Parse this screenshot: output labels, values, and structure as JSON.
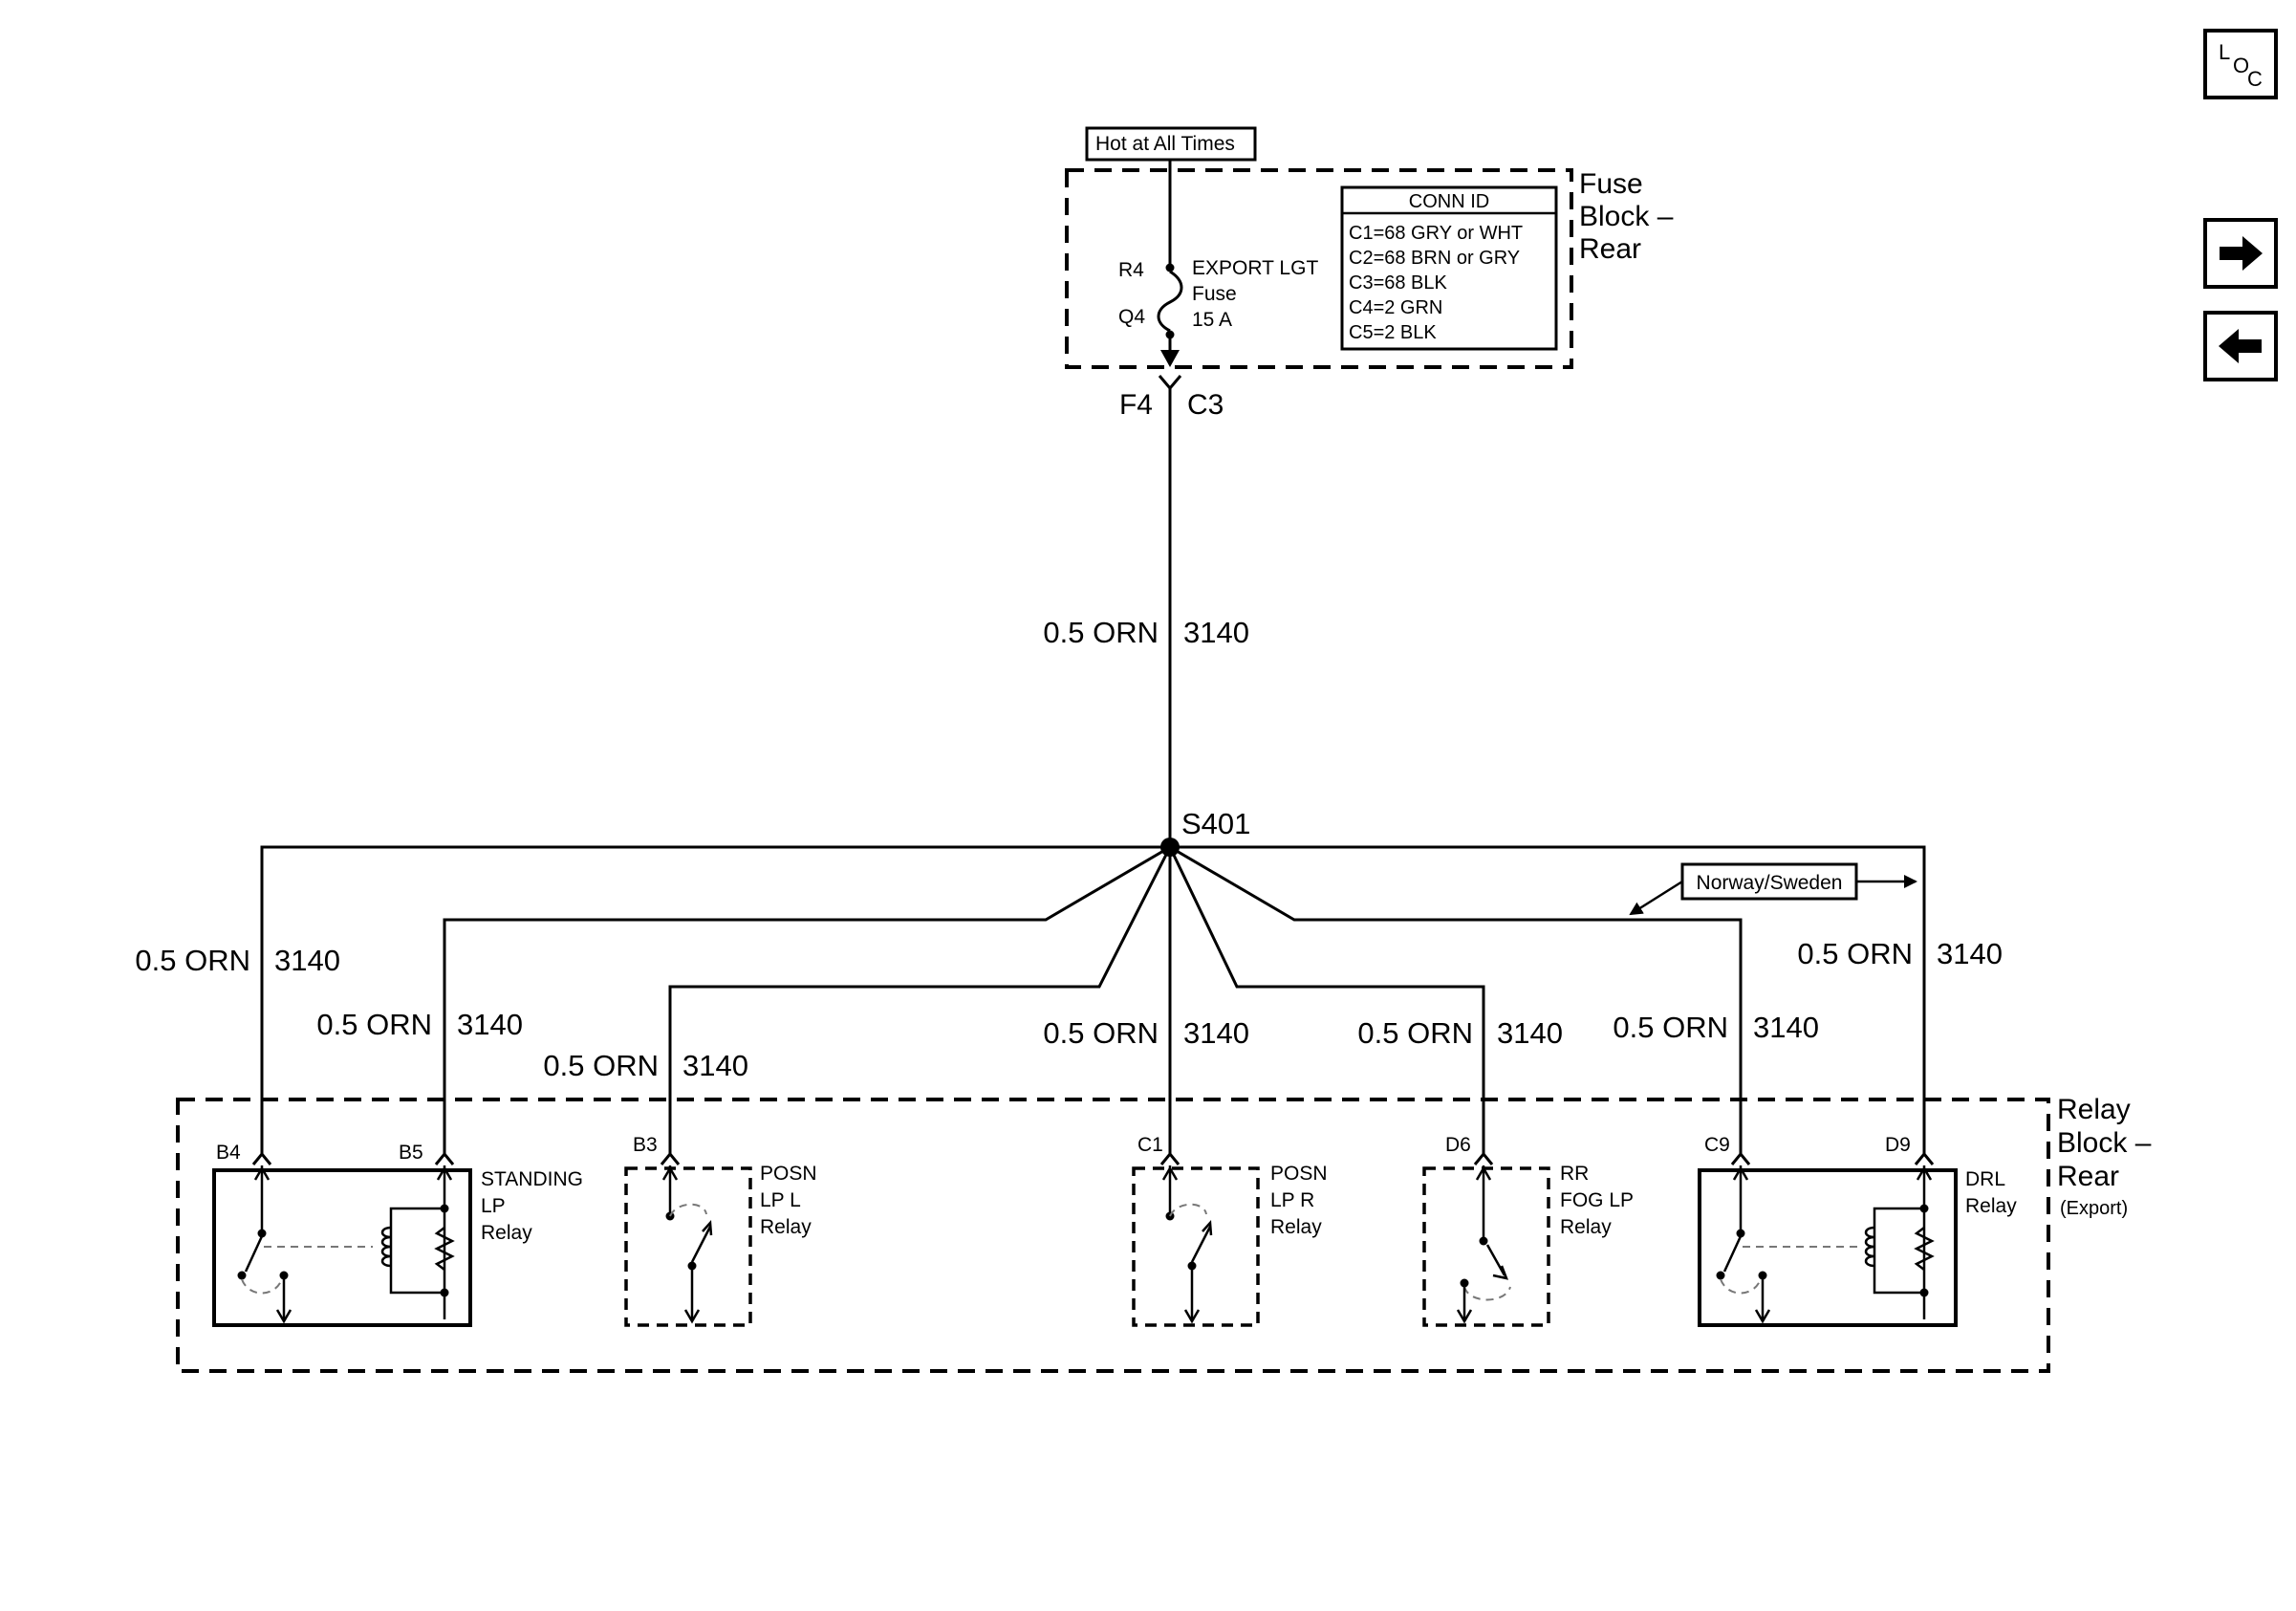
{
  "nav": {
    "loc_letters": [
      "L",
      "O",
      "C"
    ]
  },
  "fuse_block": {
    "hot_label": "Hot at All Times",
    "title": [
      "Fuse",
      "Block –",
      "Rear"
    ],
    "fuse_pins": {
      "top": "R4",
      "bottom": "Q4"
    },
    "fuse_label": [
      "EXPORT LGT",
      "Fuse",
      "15 A"
    ],
    "conn_id": {
      "header": "CONN ID",
      "rows": [
        "C1=68 GRY or WHT",
        "C2=68 BRN or GRY",
        "C3=68 BLK",
        "C4=2 GRN",
        "C5=2 BLK"
      ]
    },
    "output": {
      "pin": "F4",
      "connector": "C3"
    }
  },
  "splice": "S401",
  "wire_gauge": "0.5 ORN",
  "circuit": "3140",
  "option_tag": "Norway/Sweden",
  "relay_block": {
    "title": [
      "Relay",
      "Block –",
      "Rear"
    ],
    "subtitle": "(Export)",
    "pins": [
      "B4",
      "B5",
      "B3",
      "C1",
      "D6",
      "C9",
      "D9"
    ],
    "relays": [
      {
        "label": [
          "STANDING",
          "LP",
          "Relay"
        ]
      },
      {
        "label": [
          "POSN",
          "LP  L",
          "Relay"
        ]
      },
      {
        "label": [
          "POSN",
          "LP  R",
          "Relay"
        ]
      },
      {
        "label": [
          "RR",
          "FOG LP",
          "Relay"
        ]
      },
      {
        "label": [
          "DRL",
          "Relay"
        ]
      }
    ]
  }
}
